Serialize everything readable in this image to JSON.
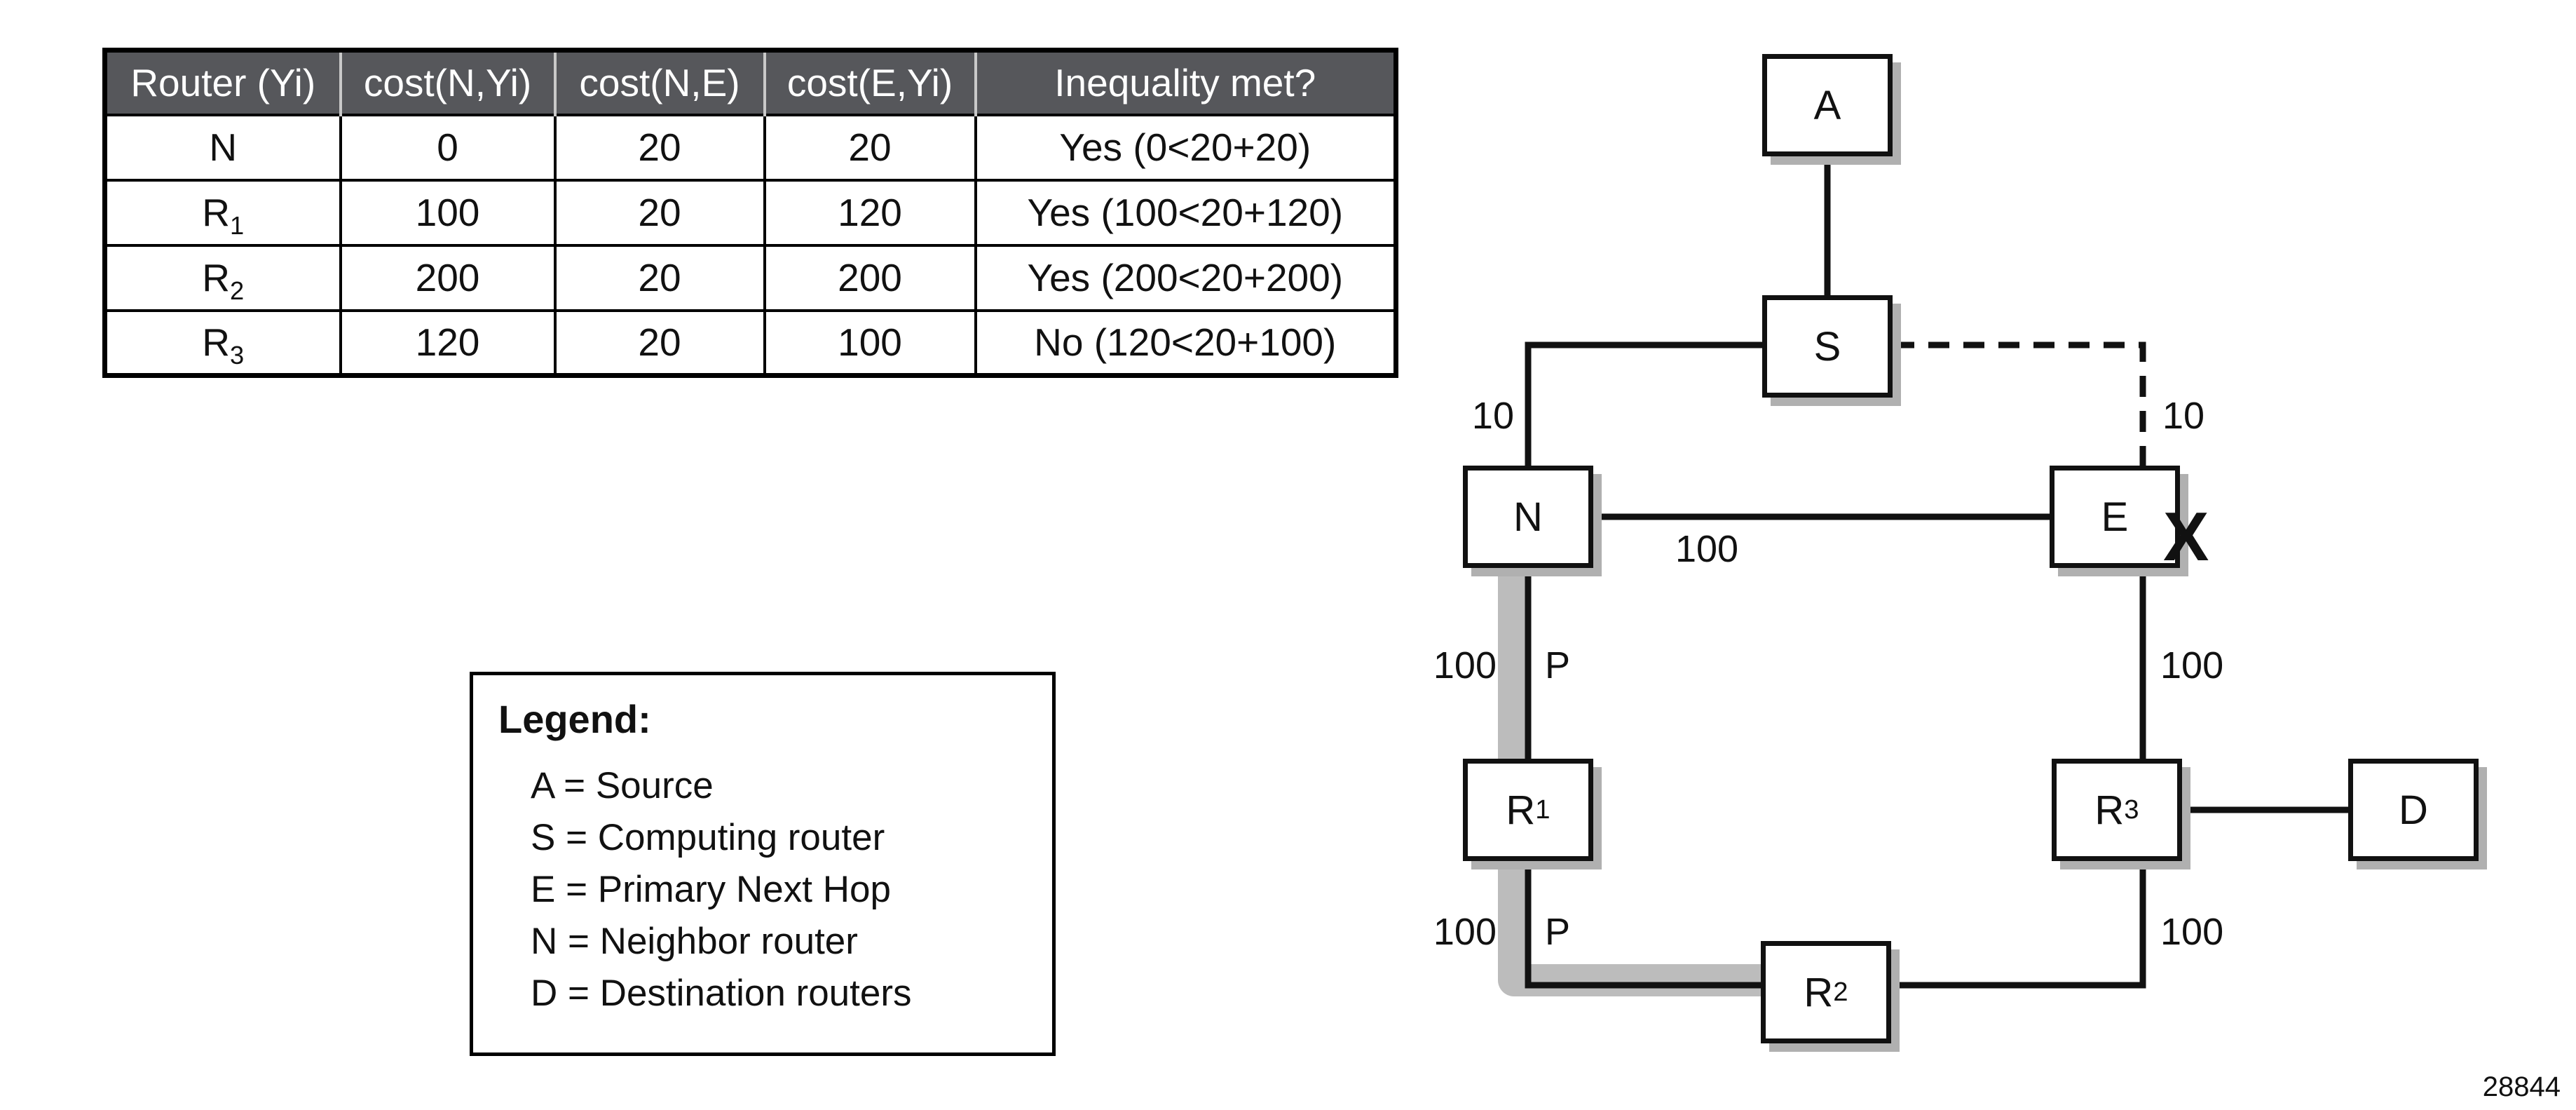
{
  "table": {
    "headers": [
      "Router (Yi)",
      "cost(N,Yi)",
      "cost(N,E)",
      "cost(E,Yi)",
      "Inequality met?"
    ],
    "rows": [
      {
        "router": "N",
        "router_sub": "",
        "cost_n_yi": "0",
        "cost_n_e": "20",
        "cost_e_yi": "20",
        "inequality": "Yes (0<20+20)"
      },
      {
        "router": "R",
        "router_sub": "1",
        "cost_n_yi": "100",
        "cost_n_e": "20",
        "cost_e_yi": "120",
        "inequality": "Yes (100<20+120)"
      },
      {
        "router": "R",
        "router_sub": "2",
        "cost_n_yi": "200",
        "cost_n_e": "20",
        "cost_e_yi": "200",
        "inequality": "Yes (200<20+200)"
      },
      {
        "router": "R",
        "router_sub": "3",
        "cost_n_yi": "120",
        "cost_n_e": "20",
        "cost_e_yi": "100",
        "inequality": "No (120<20+100)"
      }
    ]
  },
  "legend": {
    "title": "Legend:",
    "items": [
      "A = Source",
      "S = Computing router",
      "E = Primary Next Hop",
      "N = Neighbor router",
      "D = Destination routers"
    ]
  },
  "diagram": {
    "nodes": {
      "A": {
        "label": "A",
        "sub": ""
      },
      "S": {
        "label": "S",
        "sub": ""
      },
      "N": {
        "label": "N",
        "sub": ""
      },
      "E": {
        "label": "E",
        "sub": ""
      },
      "R1": {
        "label": "R",
        "sub": "1"
      },
      "R2": {
        "label": "R",
        "sub": "2"
      },
      "R3": {
        "label": "R",
        "sub": "3"
      },
      "D": {
        "label": "D",
        "sub": ""
      }
    },
    "labels": {
      "s_n_cost": "10",
      "s_e_cost": "10",
      "n_e_cost": "100",
      "n_r1_cost": "100",
      "n_r1_path": "P",
      "e_r3_cost": "100",
      "r1_r2_cost": "100",
      "r1_r2_path": "P",
      "r2_r3_cost": "100",
      "link_failure": "X"
    }
  },
  "figure_number": "28844"
}
